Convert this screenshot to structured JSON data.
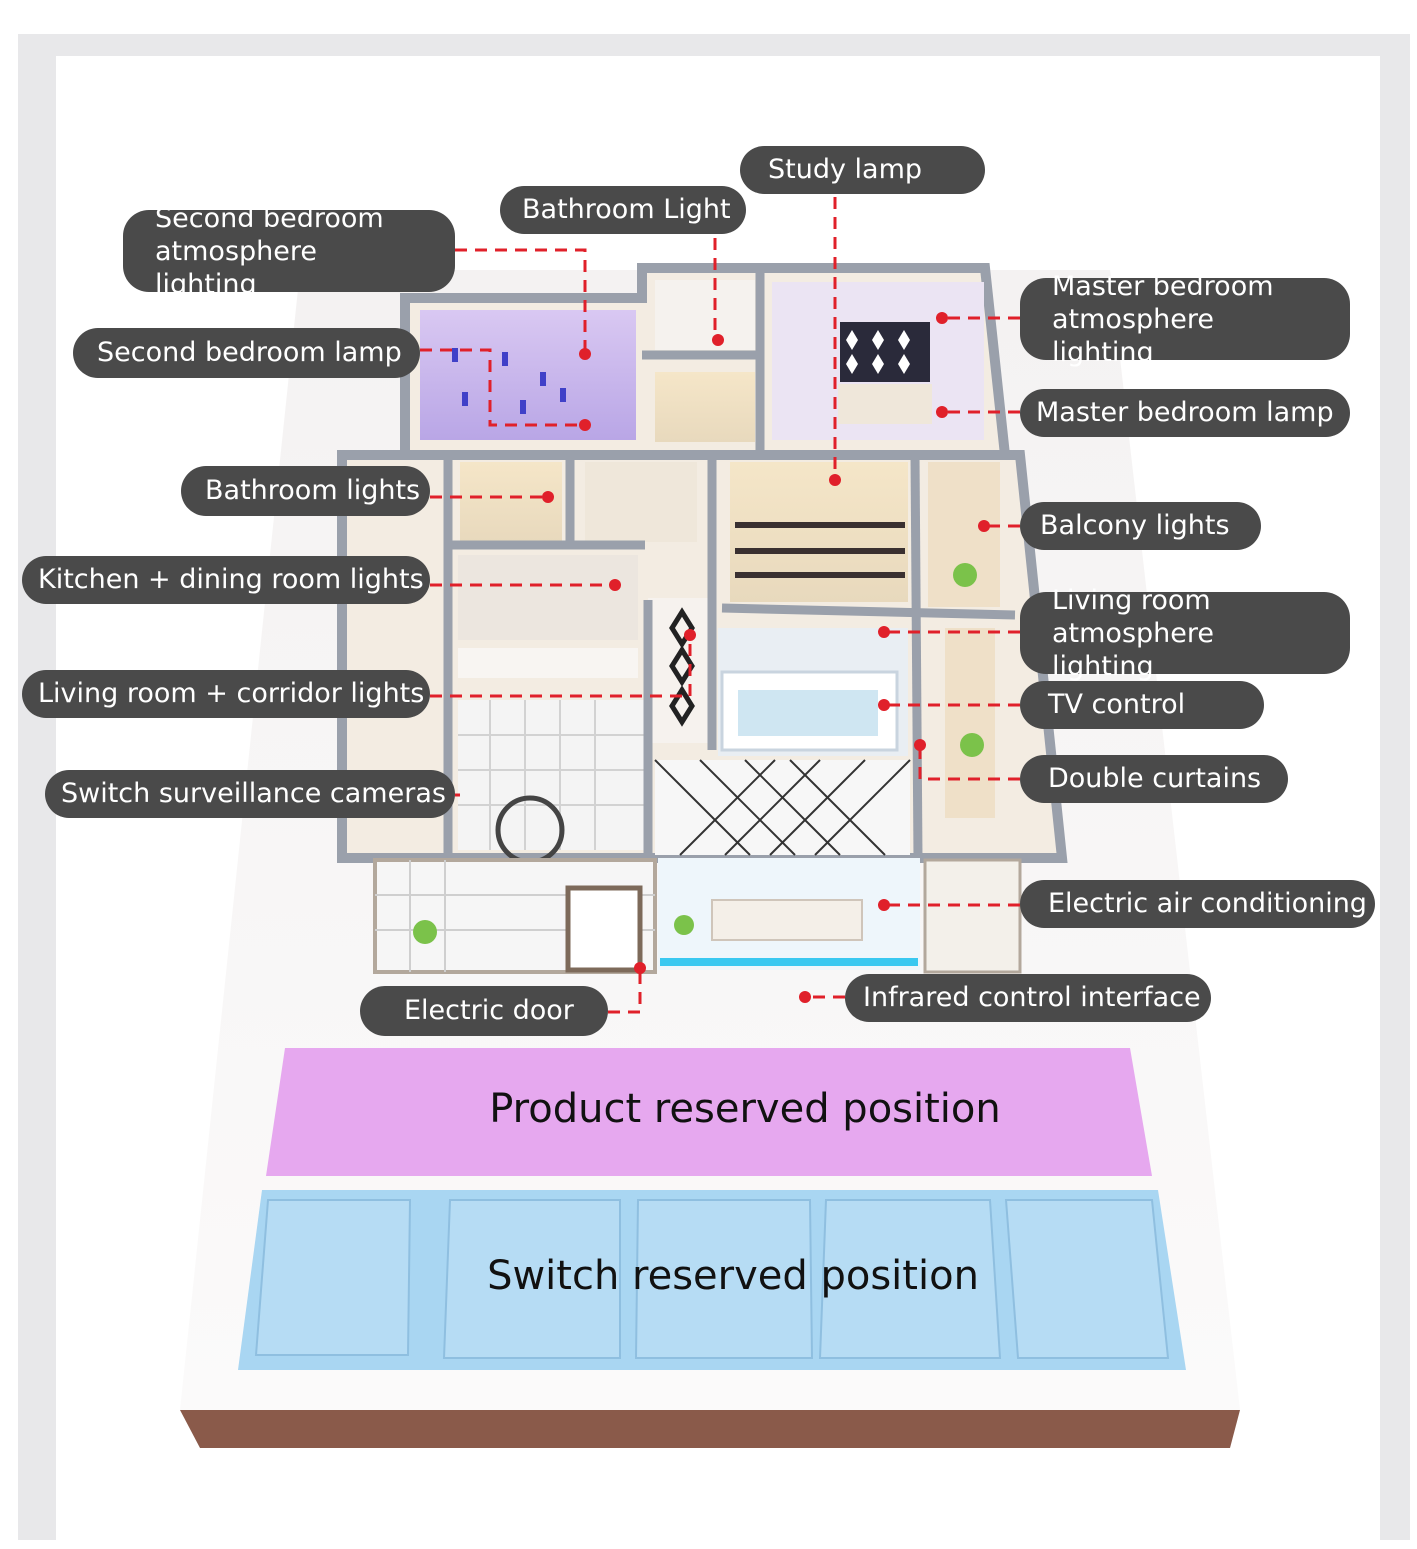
{
  "labels": {
    "study_lamp": "Study lamp",
    "bathroom_light": "Bathroom Light",
    "second_bedroom_atmosphere": "Second bedroom atmosphere lighting",
    "second_bedroom_lamp": "Second bedroom lamp",
    "master_bedroom_atmosphere": "Master bedroom atmosphere lighting",
    "master_bedroom_lamp": "Master bedroom lamp",
    "bathroom_lights": "Bathroom lights",
    "balcony_lights": "Balcony lights",
    "kitchen_dining_lights": "Kitchen + dining room lights",
    "living_room_atmosphere": "Living room atmosphere lighting",
    "living_corridor_lights": "Living room + corridor lights",
    "tv_control": "TV control",
    "switch_cameras": "Switch surveillance cameras",
    "double_curtains": "Double curtains",
    "electric_ac": "Electric air conditioning",
    "electric_door": "Electric door",
    "infrared_interface": "Infrared control interface"
  },
  "zones": {
    "product_reserved": "Product reserved position",
    "switch_reserved": "Switch reserved position"
  },
  "colors": {
    "label_bg": "#4a4a4a",
    "label_text": "#ffffff",
    "leader_line": "#e0202a",
    "product_zone": "#e6a8ef",
    "switch_zone": "#a9d6f2",
    "base_side": "#8a5a4a",
    "wall": "#9aa0ab"
  }
}
